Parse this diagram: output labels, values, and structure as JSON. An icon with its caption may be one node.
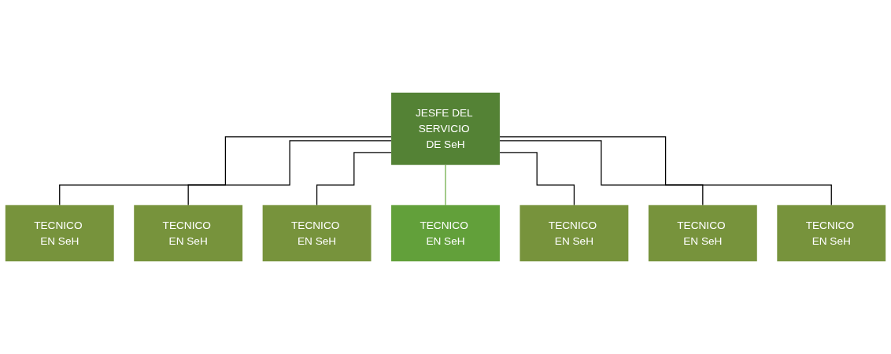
{
  "diagram": {
    "nodes": [
      {
        "text": [
          "JESFE DEL SERVICIO DE SeH"
        ]
      },
      {
        "text": [
          "TECNICO EN SeH"
        ]
      },
      {
        "text": [
          "TECNICO EN SeH"
        ]
      },
      {
        "text": [
          "TECNICO EN SeH"
        ]
      },
      {
        "text": [
          "TECNICO EN SeH"
        ]
      },
      {
        "text": [
          "TECNICO EN SeH"
        ]
      },
      {
        "text": [
          "TECNICO EN SeH"
        ]
      },
      {
        "text": [
          "TECNICO EN SeH"
        ]
      }
    ],
    "edges": [
      {
        "from": 0,
        "to": 1,
        "arrow": "none"
      },
      {
        "from": 0,
        "to": 2,
        "arrow": "none"
      },
      {
        "from": 0,
        "to": 3,
        "arrow": "none"
      },
      {
        "from": 0,
        "to": 4,
        "arrow": "none",
        "color": "#70ad47"
      },
      {
        "from": 0,
        "to": 5,
        "arrow": "none"
      },
      {
        "from": 0,
        "to": 6,
        "arrow": "none"
      },
      {
        "from": 0,
        "to": 7,
        "arrow": "none"
      }
    ]
  }
}
